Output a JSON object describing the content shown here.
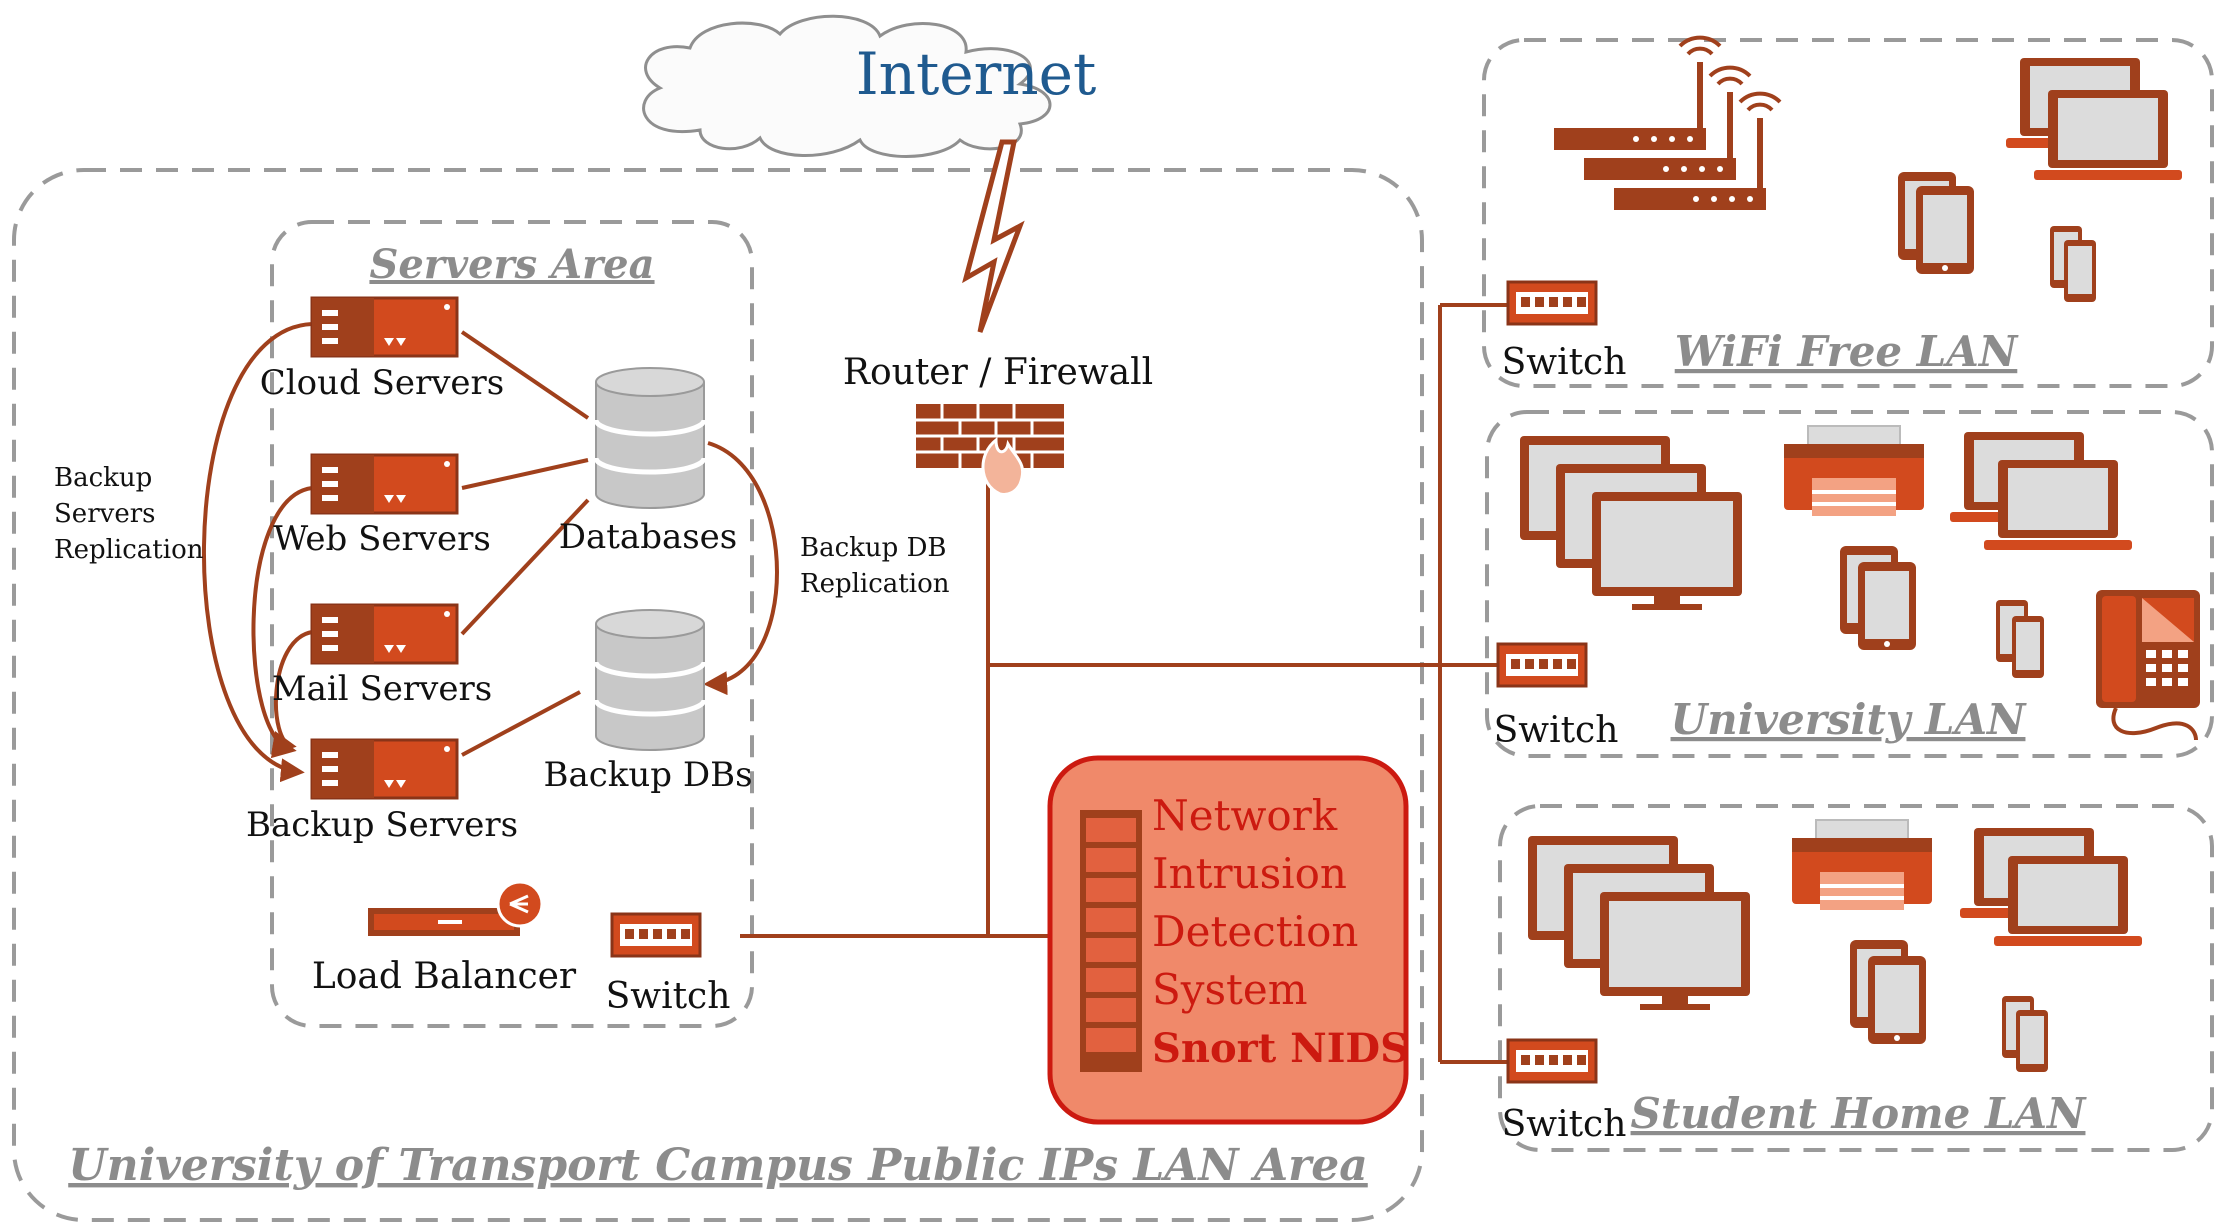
{
  "internet": {
    "label": "Internet"
  },
  "router": {
    "label": "Router / Firewall"
  },
  "campus": {
    "title": "University of Transport Campus Public IPs LAN Area"
  },
  "servers_area": {
    "title": "Servers Area",
    "cloud_servers": "Cloud Servers",
    "web_servers": "Web Servers",
    "mail_servers": "Mail Servers",
    "backup_servers": "Backup Servers",
    "databases": "Databases",
    "backup_dbs": "Backup DBs",
    "load_balancer": "Load Balancer",
    "switch": "Switch",
    "backup_servers_note": [
      "Backup",
      "Servers",
      "Replication"
    ],
    "backup_db_note": [
      "Backup DB",
      "Replication"
    ]
  },
  "nids": {
    "lines": [
      "Network",
      "Intrusion",
      "Detection",
      "System"
    ],
    "name": "Snort NIDS"
  },
  "wifi_lan": {
    "title": "WiFi Free LAN",
    "switch": "Switch"
  },
  "university_lan": {
    "title": "University LAN",
    "switch": "Switch"
  },
  "student_lan": {
    "title": "Student Home LAN",
    "switch": "Switch"
  },
  "colors": {
    "accent": "#d24a1e",
    "accent_dark": "#a0401c",
    "nids_fill": "#f0896a",
    "nids_border": "#cc1a10",
    "dashed_border": "#9a9a9a",
    "internet_text": "#1f5a8f"
  },
  "icons": [
    "cloud-icon",
    "lightning-icon",
    "firewall-icon",
    "server-icon",
    "database-icon",
    "load-balancer-icon",
    "switch-icon",
    "router-icon",
    "laptop-icon",
    "tablet-icon",
    "phone-icon",
    "monitor-icon",
    "printer-icon",
    "ip-phone-icon",
    "nids-rack-icon"
  ]
}
